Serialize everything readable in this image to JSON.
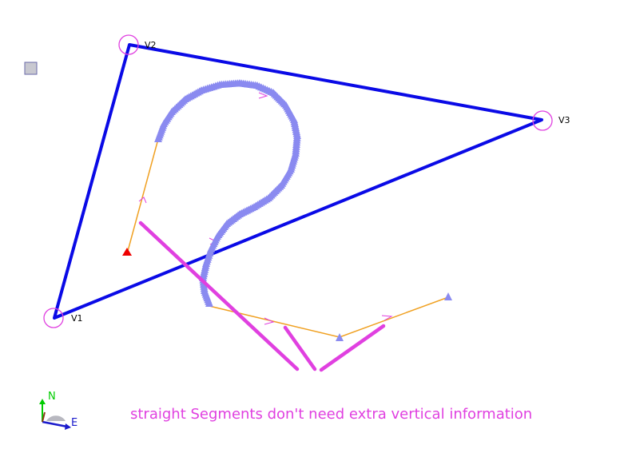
{
  "colors": {
    "triangle": "#0a0ae6",
    "vertex_circle": "#e040e0",
    "path_line": "#f0a020",
    "arc_markers": "#8a8af0",
    "segments": "#e040e0",
    "start_marker": "#ee0000",
    "caption": "#e040e0",
    "north": "#00cc00",
    "east": "#1a1acc",
    "toggle_fill": "#c8c8d0",
    "toggle_border": "#6a6aa8"
  },
  "vertices": {
    "v1": "V1",
    "v2": "V2",
    "v3": "V3"
  },
  "axes": {
    "north": "N",
    "east": "E"
  },
  "caption": "straight Segments don't need extra vertical information",
  "icons": {
    "toggle": "square-toggle-icon",
    "compass": "compass-axes-icon",
    "start": "red-triangle-start-icon"
  }
}
